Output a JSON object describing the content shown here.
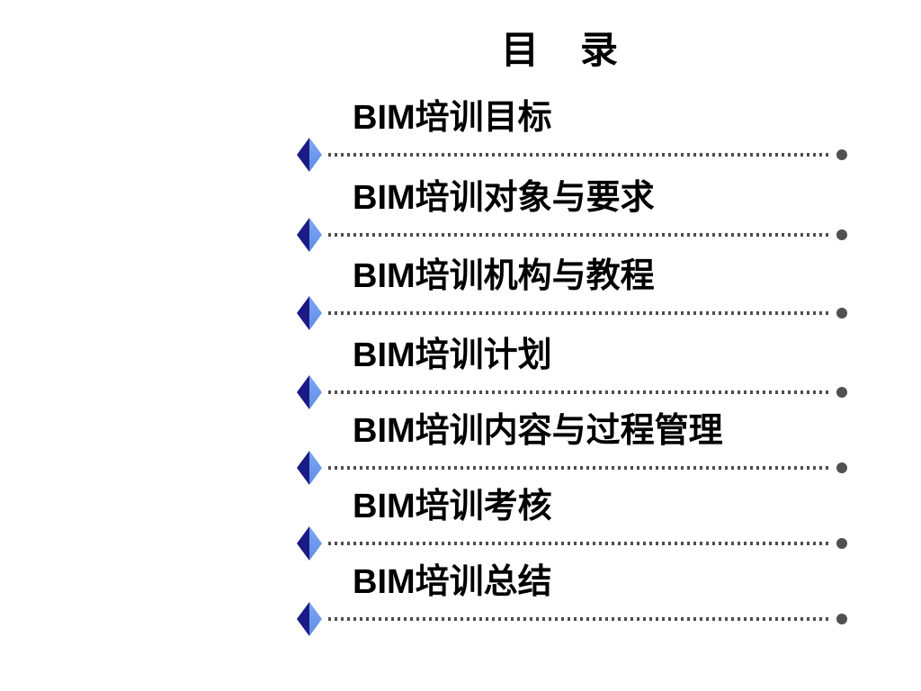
{
  "slide": {
    "title": "目　录",
    "toc": {
      "items": [
        {
          "label": "BIM培训目标"
        },
        {
          "label": "BIM培训对象与要求"
        },
        {
          "label": "BIM培训机构与教程"
        },
        {
          "label": "BIM培训计划"
        },
        {
          "label": "BIM培训内容与过程管理"
        },
        {
          "label": "BIM培训考核"
        },
        {
          "label": "BIM培训总结"
        }
      ]
    },
    "bullet_icon": "diamond-split-blue",
    "colors": {
      "background": "#ffffff",
      "text": "#000000",
      "diamond_dark": "#1b1b86",
      "diamond_light_top": "#7ea8f5",
      "diamond_light_bottom": "#5f8de4",
      "dotted_line": "#4d4d4d",
      "end_dot": "#515154"
    }
  }
}
